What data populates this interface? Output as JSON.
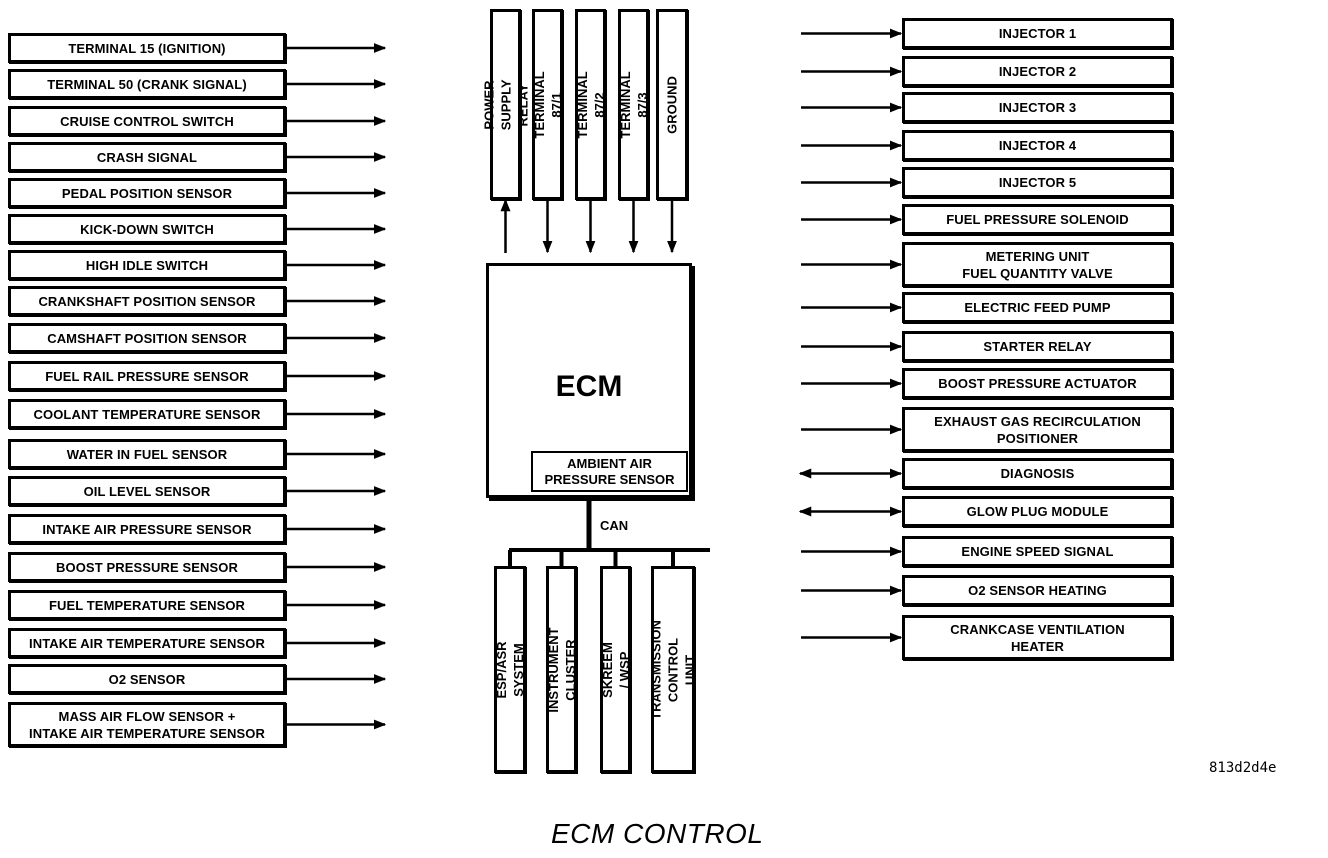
{
  "caption": "ECM CONTROL",
  "figure_id": "813d2d4e",
  "ecm": {
    "title": "ECM",
    "internal_sensor": "AMBIENT AIR\nPRESSURE SENSOR",
    "bus_label": "CAN"
  },
  "inputs_left": [
    {
      "label": "TERMINAL 15 (IGNITION)",
      "direction": "to-ecm"
    },
    {
      "label": "TERMINAL 50 (CRANK SIGNAL)",
      "direction": "to-ecm"
    },
    {
      "label": "CRUISE CONTROL SWITCH",
      "direction": "to-ecm"
    },
    {
      "label": "CRASH SIGNAL",
      "direction": "to-ecm"
    },
    {
      "label": "PEDAL POSITION SENSOR",
      "direction": "to-ecm"
    },
    {
      "label": "KICK-DOWN SWITCH",
      "direction": "to-ecm"
    },
    {
      "label": "HIGH IDLE SWITCH",
      "direction": "to-ecm"
    },
    {
      "label": "CRANKSHAFT POSITION SENSOR",
      "direction": "to-ecm"
    },
    {
      "label": "CAMSHAFT POSITION SENSOR",
      "direction": "to-ecm"
    },
    {
      "label": "FUEL RAIL PRESSURE SENSOR",
      "direction": "to-ecm"
    },
    {
      "label": "COOLANT TEMPERATURE SENSOR",
      "direction": "to-ecm"
    },
    {
      "label": "WATER IN FUEL SENSOR",
      "direction": "to-ecm"
    },
    {
      "label": "OIL LEVEL SENSOR",
      "direction": "to-ecm"
    },
    {
      "label": "INTAKE AIR  PRESSURE SENSOR",
      "direction": "to-ecm"
    },
    {
      "label": "BOOST PRESSURE SENSOR",
      "direction": "to-ecm"
    },
    {
      "label": "FUEL TEMPERATURE SENSOR",
      "direction": "to-ecm"
    },
    {
      "label": "INTAKE AIR TEMPERATURE SENSOR",
      "direction": "to-ecm"
    },
    {
      "label": "O2 SENSOR",
      "direction": "to-ecm"
    },
    {
      "label": "MASS AIR FLOW SENSOR +\nINTAKE AIR TEMPERATURE SENSOR",
      "direction": "to-ecm"
    }
  ],
  "power_top": [
    {
      "label": "POWER SUPPLY RELAY",
      "direction": "from-ecm"
    },
    {
      "label": "TERMINAL 87/1",
      "direction": "to-ecm"
    },
    {
      "label": "TERMINAL 87/2",
      "direction": "to-ecm"
    },
    {
      "label": "TERMINAL 87/3",
      "direction": "to-ecm"
    },
    {
      "label": "GROUND",
      "direction": "to-ecm"
    }
  ],
  "can_modules": [
    {
      "label": "ESP/ASR SYSTEM"
    },
    {
      "label": "INSTRUMENT CLUSTER"
    },
    {
      "label": "SKREEM / WSP"
    },
    {
      "label": "TRANSMISSION CONTROL\nUNIT"
    }
  ],
  "outputs_right": [
    {
      "label": "INJECTOR 1",
      "direction": "from-ecm"
    },
    {
      "label": "INJECTOR 2",
      "direction": "from-ecm"
    },
    {
      "label": "INJECTOR 3",
      "direction": "from-ecm"
    },
    {
      "label": "INJECTOR 4",
      "direction": "from-ecm"
    },
    {
      "label": "INJECTOR 5",
      "direction": "from-ecm"
    },
    {
      "label": "FUEL PRESSURE SOLENOID",
      "direction": "from-ecm"
    },
    {
      "label": "METERING UNIT\nFUEL QUANTITY VALVE",
      "direction": "from-ecm"
    },
    {
      "label": "ELECTRIC FEED PUMP",
      "direction": "from-ecm"
    },
    {
      "label": "STARTER RELAY",
      "direction": "from-ecm"
    },
    {
      "label": "BOOST PRESSURE ACTUATOR",
      "direction": "from-ecm"
    },
    {
      "label": "EXHAUST GAS RECIRCULATION\nPOSITIONER",
      "direction": "from-ecm"
    },
    {
      "label": "DIAGNOSIS",
      "direction": "bidirectional"
    },
    {
      "label": "GLOW PLUG MODULE",
      "direction": "bidirectional"
    },
    {
      "label": "ENGINE SPEED SIGNAL",
      "direction": "from-ecm"
    },
    {
      "label": "O2 SENSOR HEATING",
      "direction": "from-ecm"
    },
    {
      "label": "CRANKCASE VENTILATION\nHEATER",
      "direction": "from-ecm"
    }
  ]
}
